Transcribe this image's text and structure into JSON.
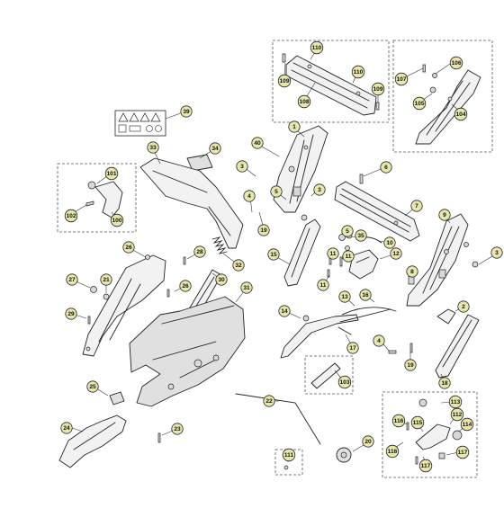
{
  "diagram": {
    "callout_fill": "#e8e6ad",
    "callouts": [
      {
        "id": "c110a",
        "label": "110"
      },
      {
        "id": "c110b",
        "label": "110"
      },
      {
        "id": "c109a",
        "label": "109"
      },
      {
        "id": "c109b",
        "label": "109"
      },
      {
        "id": "c108",
        "label": "108"
      },
      {
        "id": "c107",
        "label": "107"
      },
      {
        "id": "c106",
        "label": "106"
      },
      {
        "id": "c105",
        "label": "105"
      },
      {
        "id": "c104",
        "label": "104"
      },
      {
        "id": "c39",
        "label": "39"
      },
      {
        "id": "c1",
        "label": "1"
      },
      {
        "id": "c40",
        "label": "40"
      },
      {
        "id": "c33",
        "label": "33"
      },
      {
        "id": "c34",
        "label": "34"
      },
      {
        "id": "c3a",
        "label": "3"
      },
      {
        "id": "c6",
        "label": "6"
      },
      {
        "id": "c101",
        "label": "101"
      },
      {
        "id": "c102",
        "label": "102"
      },
      {
        "id": "c100",
        "label": "100"
      },
      {
        "id": "c4a",
        "label": "4"
      },
      {
        "id": "c5a",
        "label": "5"
      },
      {
        "id": "c3b",
        "label": "3"
      },
      {
        "id": "c7",
        "label": "7"
      },
      {
        "id": "c9",
        "label": "9"
      },
      {
        "id": "c19a",
        "label": "19"
      },
      {
        "id": "c5b",
        "label": "5"
      },
      {
        "id": "c35",
        "label": "35"
      },
      {
        "id": "c10",
        "label": "10"
      },
      {
        "id": "c26a",
        "label": "26"
      },
      {
        "id": "c28",
        "label": "28"
      },
      {
        "id": "c32",
        "label": "32"
      },
      {
        "id": "c15",
        "label": "15"
      },
      {
        "id": "c11a",
        "label": "11"
      },
      {
        "id": "c11b",
        "label": "11"
      },
      {
        "id": "c12",
        "label": "12"
      },
      {
        "id": "c3c",
        "label": "3"
      },
      {
        "id": "c27",
        "label": "27"
      },
      {
        "id": "c21",
        "label": "21"
      },
      {
        "id": "c30",
        "label": "30"
      },
      {
        "id": "c26b",
        "label": "26"
      },
      {
        "id": "c8",
        "label": "8"
      },
      {
        "id": "c11c",
        "label": "11"
      },
      {
        "id": "c31",
        "label": "31"
      },
      {
        "id": "c13",
        "label": "13"
      },
      {
        "id": "c16",
        "label": "16"
      },
      {
        "id": "c29",
        "label": "29"
      },
      {
        "id": "c14",
        "label": "14"
      },
      {
        "id": "c2",
        "label": "2"
      },
      {
        "id": "c17",
        "label": "17"
      },
      {
        "id": "c4b",
        "label": "4"
      },
      {
        "id": "c19b",
        "label": "19"
      },
      {
        "id": "c103",
        "label": "103"
      },
      {
        "id": "c18",
        "label": "18"
      },
      {
        "id": "c25",
        "label": "25"
      },
      {
        "id": "c22",
        "label": "22"
      },
      {
        "id": "c113",
        "label": "113"
      },
      {
        "id": "c112",
        "label": "112"
      },
      {
        "id": "c116a",
        "label": "116"
      },
      {
        "id": "c115",
        "label": "115"
      },
      {
        "id": "c114",
        "label": "114"
      },
      {
        "id": "c24",
        "label": "24"
      },
      {
        "id": "c23",
        "label": "23"
      },
      {
        "id": "c20",
        "label": "20"
      },
      {
        "id": "c116b",
        "label": "116"
      },
      {
        "id": "c117a",
        "label": "117"
      },
      {
        "id": "c117b",
        "label": "117"
      },
      {
        "id": "c111",
        "label": "111"
      }
    ]
  }
}
